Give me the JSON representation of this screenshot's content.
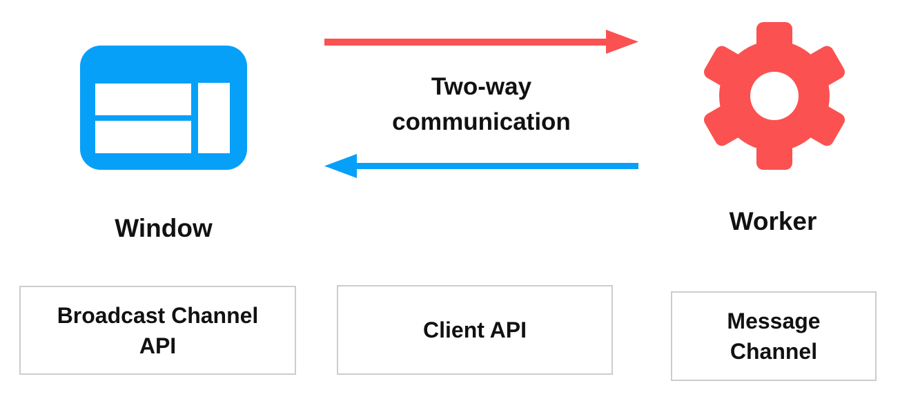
{
  "colors": {
    "blue": "#06a0f9",
    "red": "#fb5151",
    "text": "#111111",
    "box_border": "#cccccc",
    "background": "#ffffff"
  },
  "nodes": {
    "window": {
      "label": "Window",
      "icon": "browser-window-icon"
    },
    "worker": {
      "label": "Worker",
      "icon": "gear-icon"
    }
  },
  "center_label": {
    "lines": [
      "Two-way",
      "communication"
    ]
  },
  "arrows": {
    "window_to_worker": {
      "direction": "right",
      "color": "#fb5151"
    },
    "worker_to_window": {
      "direction": "left",
      "color": "#06a0f9"
    }
  },
  "boxes": [
    {
      "label": "Broadcast Channel API",
      "lines": [
        "Broadcast Channel",
        "API"
      ]
    },
    {
      "label": "Client API",
      "lines": [
        "Client API"
      ]
    },
    {
      "label": "Message Channel",
      "lines": [
        "Message",
        "Channel"
      ]
    }
  ]
}
